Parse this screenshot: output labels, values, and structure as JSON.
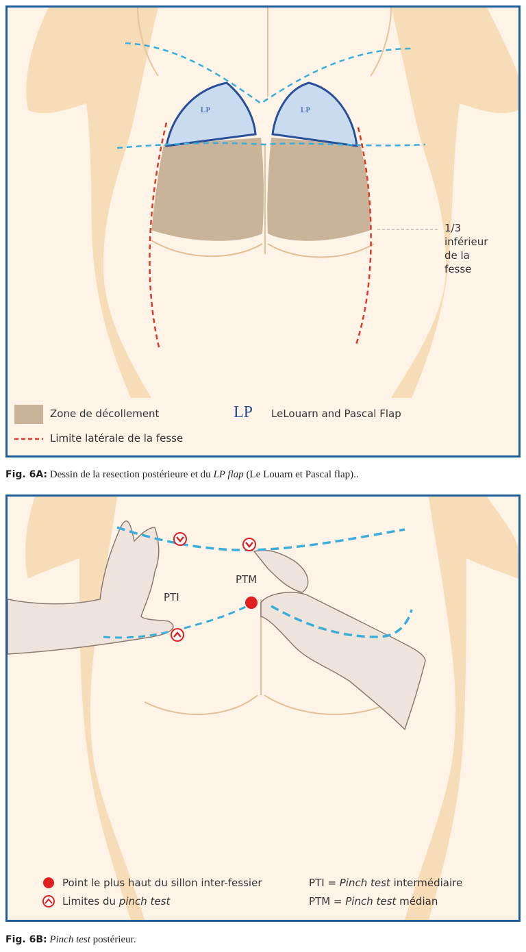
{
  "figA": {
    "flap_label_left": "LP",
    "flap_label_right": "LP",
    "annotation": [
      "1/3",
      "inférieur",
      "de la",
      "fesse"
    ],
    "legend": {
      "zone": "Zone de décollement",
      "limit": "Limite latérale de la fesse",
      "lp_symbol": "LP",
      "lp_text": "LeLouarn and Pascal Flap"
    },
    "caption": {
      "fig": "Fig. 6A:",
      "before": " Dessin de la resection postérieure et du ",
      "italic": "LP flap",
      "after": " (Le Louarn et Pascal flap).."
    }
  },
  "figB": {
    "pti": "PTI",
    "ptm": "PTM",
    "legend": {
      "point": "Point le plus haut du sillon inter-fessier",
      "limits_prefix": "Limites du ",
      "limits_italic": "pinch test",
      "pti_prefix": "PTI = ",
      "pti_italic": "Pinch test",
      "pti_suffix": " intermédiaire",
      "ptm_prefix": "PTM = ",
      "ptm_italic": "Pinch test",
      "ptm_suffix": " médian"
    },
    "caption": {
      "fig": "Fig. 6B:",
      "italic": "Pinch test",
      "after": " postérieur."
    }
  },
  "colors": {
    "border": "#1f5e9a",
    "skin": "#f7dcb8",
    "decollement": "#c9b49a",
    "flap_fill": "#c9dcef",
    "flap_stroke": "#2a4f99",
    "dash_blue": "#3aaed8",
    "dash_red": "#d93a2b",
    "marker_red": "#e02020"
  }
}
